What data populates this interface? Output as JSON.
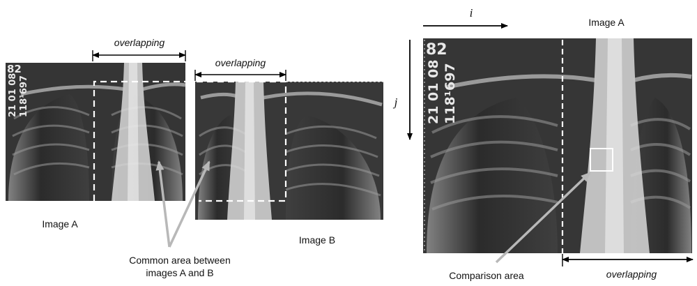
{
  "left_panel": {
    "image_a_label": "Image A",
    "image_b_label": "Image B",
    "overlap_label_a": "overlapping",
    "overlap_label_b": "overlapping",
    "common_area_line1": "Common area between",
    "common_area_line2": "images A and B",
    "film_number_top": "82",
    "film_number_mid": "21 01 08",
    "film_number_low": "118¹697"
  },
  "right_panel": {
    "image_a_label": "Image A",
    "axis_i": "i",
    "axis_j": "j",
    "comparison_label": "Comparison area",
    "overlap_label": "overlapping",
    "film_number_top": "82",
    "film_number_mid": "21 01 08",
    "film_number_low": "118¹697"
  },
  "colors": {
    "arrow_gray": "#b8b8b8",
    "dashed_white": "#ffffff",
    "text": "#111111"
  }
}
